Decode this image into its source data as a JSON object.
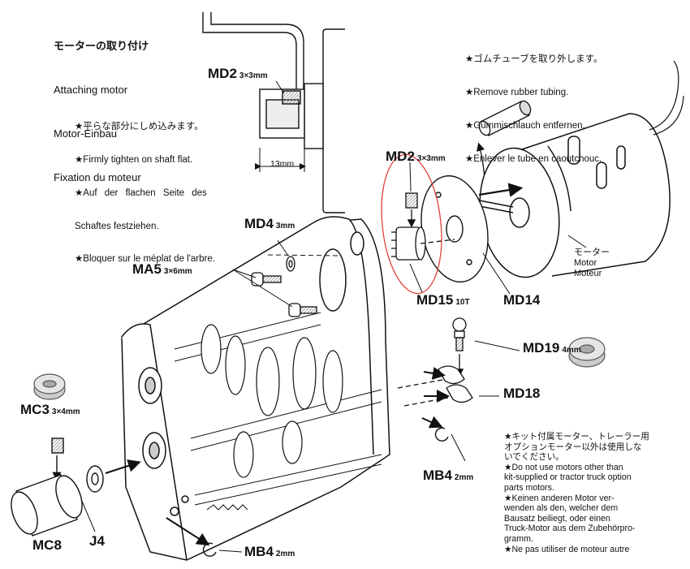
{
  "header": {
    "jp": "モーターの取り付け",
    "en": "Attaching motor",
    "de": "Motor-Einbau",
    "fr": "Fixation du moteur"
  },
  "shaft_note": {
    "jp": "★平らな部分にしめ込みます。",
    "en": "★Firmly tighten on shaft flat.",
    "de1": "★Auf der flachen Seite des",
    "de2": "Schaftes festziehen.",
    "fr": "★Bloquer sur le méplat de l'arbre."
  },
  "rubber_note": {
    "jp": "★ゴムチューブを取り外します。",
    "en": "★Remove rubber tubing.",
    "de": "★Gummischlauch entfernen.",
    "fr": "★Enlever le tube en caoutchouc."
  },
  "motor_label": {
    "jp": "モーター",
    "en": "Motor",
    "fr": "Moteur"
  },
  "dimension": "13mm",
  "parts": {
    "md2_top": {
      "code": "MD2",
      "size": "3×3mm"
    },
    "md2_mid": {
      "code": "MD2",
      "size": "3×3mm"
    },
    "md4": {
      "code": "MD4",
      "size": "3mm"
    },
    "ma5": {
      "code": "MA5",
      "size": "3×6mm"
    },
    "md15": {
      "code": "MD15",
      "size": "10T"
    },
    "md14": {
      "code": "MD14",
      "size": ""
    },
    "md19": {
      "code": "MD19",
      "size": "4mm"
    },
    "md18": {
      "code": "MD18",
      "size": ""
    },
    "mc3": {
      "code": "MC3",
      "size": "3×4mm"
    },
    "mb4_right": {
      "code": "MB4",
      "size": "2mm"
    },
    "mb4_bottom": {
      "code": "MB4",
      "size": "2mm"
    },
    "j4": {
      "code": "J4",
      "size": ""
    },
    "mc8": {
      "code": "MC8",
      "size": ""
    }
  },
  "warning": {
    "jp1": "★キット付属モーター、トレーラー用",
    "jp2": "オプションモーター以外は使用しな",
    "jp3": "いでください。",
    "en1": "★Do not use motors other than",
    "en2": "kit-supplied or tractor truck option",
    "en3": "parts motors.",
    "de1": "★Keinen anderen Motor ver-",
    "de2": "wenden als den, welcher dem",
    "de3": "Bausatz beiliegt, oder einen",
    "de4": "Truck-Motor aus dem Zubehörpro-",
    "de5": "gramm.",
    "fr1": "★Ne pas utiliser de moteur autre"
  },
  "colors": {
    "ink": "#111111",
    "highlight": "#e0403a",
    "gray": "#c8c8c8"
  }
}
